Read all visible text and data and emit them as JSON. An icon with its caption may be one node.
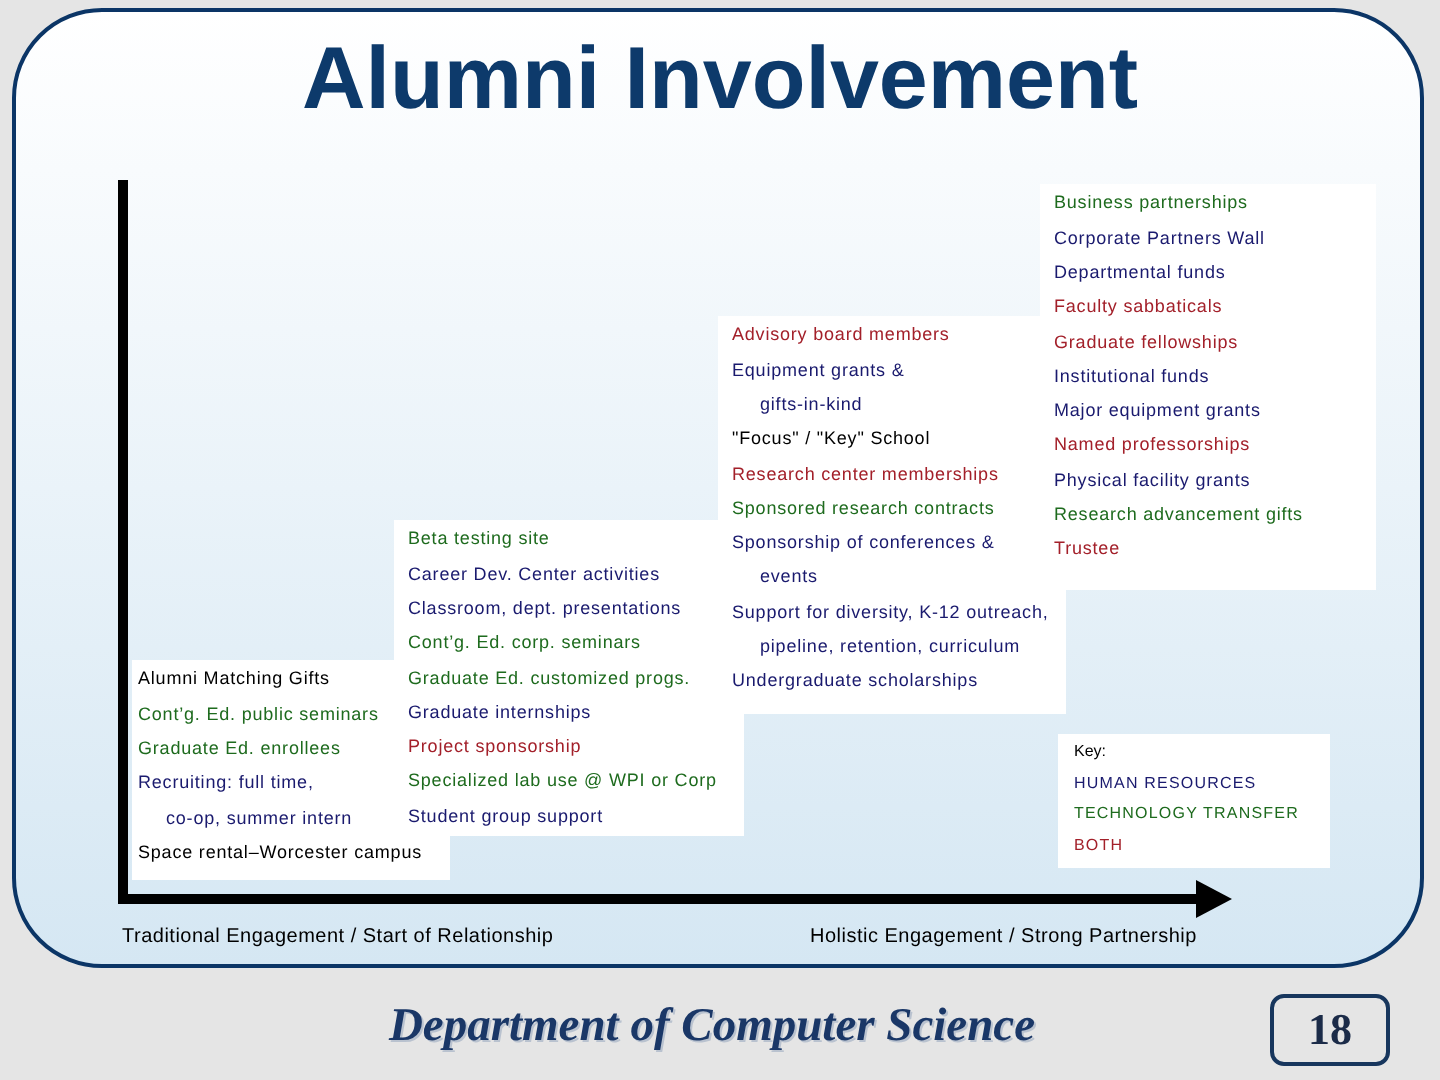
{
  "diagram": {
    "title": "Alumni Involvement",
    "nodes": [
      {
        "text": [
          "Alumni Matching Gifts",
          "Cont’g. Ed. public seminars",
          "Graduate Ed. enrollees",
          "Recruiting: full time, co-op, summer intern",
          "Space rental–Worcester campus"
        ]
      },
      {
        "text": [
          "Beta testing site",
          "Career Dev. Center activities",
          "Classroom, dept. presentations",
          "Cont’g. Ed. corp. seminars",
          "Graduate Ed. customized progs.",
          "Graduate internships",
          "Project sponsorship",
          "Specialized lab use @ WPI or Corp",
          "Student group support"
        ]
      },
      {
        "text": [
          "Advisory board members",
          "Equipment grants & gifts-in-kind",
          "\"Focus\" / \"Key\" School",
          "Research center memberships",
          "Sponsored research contracts",
          "Sponsorship of conferences & events",
          "Support for diversity, K-12 outreach, pipeline, retention, curriculum",
          "Undergraduate scholarships"
        ]
      },
      {
        "text": [
          "Business partnerships",
          "Corporate Partners Wall",
          "Departmental funds",
          "Faculty sabbaticals",
          "Graduate fellowships",
          "Institutional funds",
          "Major equipment grants",
          "Named professorships",
          "Physical facility grants",
          "Research advancement gifts",
          "Trustee"
        ]
      },
      {
        "text": [
          "Key:"
        ]
      },
      {
        "text": [
          "18"
        ]
      }
    ],
    "labels": [
      "Traditional Engagement / Start of Relationship",
      "Holistic Engagement / Strong Partnership",
      "Department of Computer Science"
    ],
    "legend": [
      {
        "text": "HUMAN RESOURCES",
        "color": "#1a1a6e"
      },
      {
        "text": "TECHNOLOGY TRANSFER",
        "color": "#1e6b1e"
      },
      {
        "text": "BOTH",
        "color": "#a3202a"
      }
    ]
  }
}
